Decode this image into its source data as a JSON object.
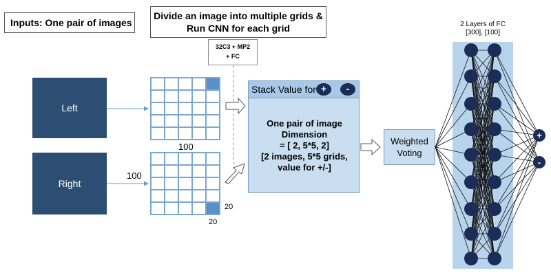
{
  "inputs_title": "Inputs: One pair of images",
  "grid_title_line1": "Divide an image into multiple grids &",
  "grid_title_line2": "Run CNN for each grid",
  "cnn_box": {
    "line1": "32C3 + MP2",
    "line2": "+ FC"
  },
  "left_label": "Left",
  "right_label": "Right",
  "grid_width_label": "100",
  "grid_height_label": "100",
  "cell_size_label_1": "20",
  "cell_size_label_2": "20",
  "stack": {
    "header": "Stack Value for",
    "plus": "+",
    "minus": "-",
    "line1": "One pair of image",
    "line2": "Dimension",
    "line3": "= [ 2, 5*5, 2]",
    "line4": "[2 images, 5*5 grids,",
    "line5": "value for +/-]"
  },
  "voting": {
    "line1": "Weighted",
    "line2": "Voting"
  },
  "fc": {
    "line1": "2 Layers of FC",
    "line2": "[300], [100]"
  },
  "outputs": {
    "plus": "+",
    "minus": "-"
  },
  "colors": {
    "image_box": "#2c4e72",
    "grid_line": "#7aa6cf",
    "grid_fill": "#5b8fc9",
    "panel": "#c9def1",
    "node": "#1b2d57",
    "fc_panel": "#b8d4ec"
  }
}
